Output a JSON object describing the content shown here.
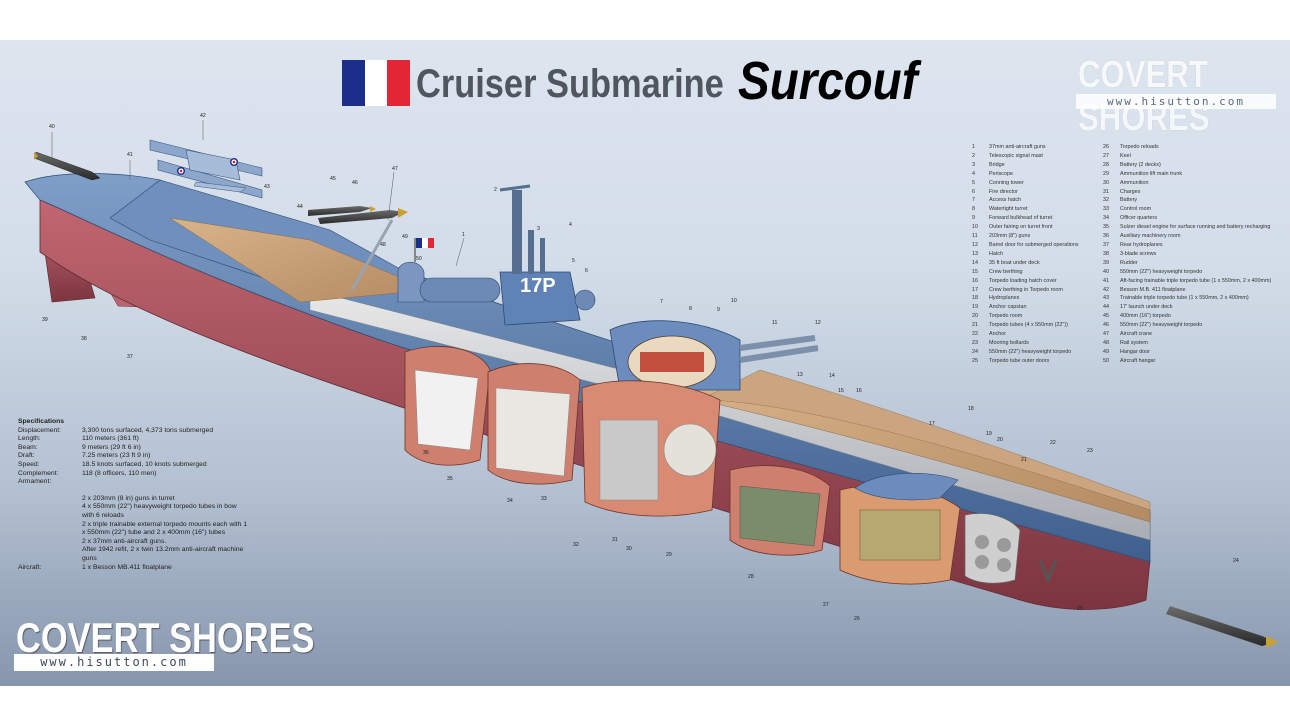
{
  "title": {
    "main": "Cruiser Submarine",
    "name": "Surcouf"
  },
  "colors": {
    "flag_blue": "#1b2e8a",
    "flag_white": "#ffffff",
    "flag_red": "#e32636",
    "hull_red": "#a8505a",
    "hull_blue": "#5a7fb0",
    "deck_wood": "#c9a27a"
  },
  "branding": {
    "logo_text": "COVERT SHORES",
    "url": "www.hisutton.com"
  },
  "legend": {
    "col1": [
      {
        "n": "1",
        "t": "37mm anti-aircraft guns"
      },
      {
        "n": "2",
        "t": "Telescopic signal mast"
      },
      {
        "n": "3",
        "t": "Bridge"
      },
      {
        "n": "4",
        "t": "Periscope"
      },
      {
        "n": "5",
        "t": "Conning tower"
      },
      {
        "n": "6",
        "t": "Fire director"
      },
      {
        "n": "7",
        "t": "Access hatch"
      },
      {
        "n": "8",
        "t": "Watertight turret"
      },
      {
        "n": "9",
        "t": "Forward bulkhead of turret"
      },
      {
        "n": "10",
        "t": "Outer fairing on turret front"
      },
      {
        "n": "11",
        "t": "203mm (8\") guns"
      },
      {
        "n": "12",
        "t": "Barrel door for submerged operations"
      },
      {
        "n": "13",
        "t": "Hatch"
      },
      {
        "n": "14",
        "t": "35 ft boat under deck"
      },
      {
        "n": "15",
        "t": "Crew berthing"
      },
      {
        "n": "16",
        "t": "Torpedo loading hatch cover"
      },
      {
        "n": "17",
        "t": "Crew berthing in Torpedo room"
      },
      {
        "n": "18",
        "t": "Hydroplanes"
      },
      {
        "n": "19",
        "t": "Anchor capstan"
      },
      {
        "n": "20",
        "t": "Torpedo room"
      },
      {
        "n": "21",
        "t": "Torpedo tubes (4 x 550mm (22\"))"
      },
      {
        "n": "22",
        "t": "Anchor"
      },
      {
        "n": "23",
        "t": "Mooring bollards"
      },
      {
        "n": "24",
        "t": "550mm (22\") heavyweight torpedo"
      },
      {
        "n": "25",
        "t": "Torpedo tube outer doors"
      }
    ],
    "col2": [
      {
        "n": "26",
        "t": "Torpedo reloads"
      },
      {
        "n": "27",
        "t": "Keel"
      },
      {
        "n": "28",
        "t": "Battery (2 decks)"
      },
      {
        "n": "29",
        "t": "Ammunition lift main trunk"
      },
      {
        "n": "30",
        "t": "Ammunition"
      },
      {
        "n": "31",
        "t": "Charges"
      },
      {
        "n": "32",
        "t": "Battery"
      },
      {
        "n": "33",
        "t": "Control room"
      },
      {
        "n": "34",
        "t": "Officer quarters"
      },
      {
        "n": "35",
        "t": "Sulzer diesel engine for surface running and battery recharging"
      },
      {
        "n": "36",
        "t": "Auxiliary machinery room"
      },
      {
        "n": "37",
        "t": "Rear hydroplanes"
      },
      {
        "n": "38",
        "t": "3-blade screws"
      },
      {
        "n": "39",
        "t": "Rudder"
      },
      {
        "n": "40",
        "t": "550mm (22\") heavyweight torpedo"
      },
      {
        "n": "41",
        "t": "Aft-facing trainable triple torpedo tube (1 x 550mm, 2 x 400mm)"
      },
      {
        "n": "42",
        "t": "Besson M.B. 411 floatplane"
      },
      {
        "n": "43",
        "t": "Trainable triple torpedo tube (1 x 550mm, 2 x 400mm)"
      },
      {
        "n": "44",
        "t": "17' launch under deck"
      },
      {
        "n": "45",
        "t": "400mm (16\") torpedo"
      },
      {
        "n": "46",
        "t": "550mm (22\") heavyweight torpedo"
      },
      {
        "n": "47",
        "t": "Aircraft crane"
      },
      {
        "n": "48",
        "t": "Rail system"
      },
      {
        "n": "49",
        "t": "Hangar door"
      },
      {
        "n": "50",
        "t": "Aircraft hangar"
      }
    ]
  },
  "specifications": {
    "heading": "Specifications",
    "rows": [
      {
        "k": "Displacement:",
        "v": "3,300 tons surfaced, 4,373 tons submerged"
      },
      {
        "k": "Length:",
        "v": "110 meters (361 ft)"
      },
      {
        "k": "Beam:",
        "v": "9 meters (29 ft 6 in)"
      },
      {
        "k": "Draft:",
        "v": "7.25 meters (23 ft 9 in)"
      },
      {
        "k": "Speed:",
        "v": "18.5 knots surfaced, 10 knots submerged"
      },
      {
        "k": "Complement:",
        "v": "118 (8 officers, 110 men)"
      },
      {
        "k": "Armament:",
        "v": ""
      }
    ],
    "armament": [
      "2 x 203mm (8 in) guns in turret",
      "4 x 550mm (22\") heavyweight torpedo tubes in bow with 6 reloads",
      "2 x triple trainable external torpedo mounts each with 1 x 550mm (22\") tube and 2 x 400mm (16\") tubes",
      "2 x 37mm anti-aircraft guns.",
      "After 1942 refit, 2 x twin 13.2mm anti-aircraft machine guns"
    ],
    "aircraft": {
      "k": "Aircraft:",
      "v": "1 x Besson MB.411 floatplane"
    }
  },
  "diagram": {
    "hull_marking": "17P",
    "callouts": [
      "1",
      "2",
      "3",
      "4",
      "5",
      "6",
      "7",
      "8",
      "9",
      "10",
      "11",
      "12",
      "13",
      "14",
      "15",
      "16",
      "17",
      "18",
      "19",
      "20",
      "21",
      "22",
      "23",
      "24",
      "25",
      "26",
      "27",
      "28",
      "29",
      "30",
      "31",
      "32",
      "33",
      "34",
      "35",
      "36",
      "37",
      "38",
      "39",
      "40",
      "41",
      "42",
      "43",
      "44",
      "45",
      "46",
      "47",
      "48",
      "49",
      "50"
    ]
  }
}
